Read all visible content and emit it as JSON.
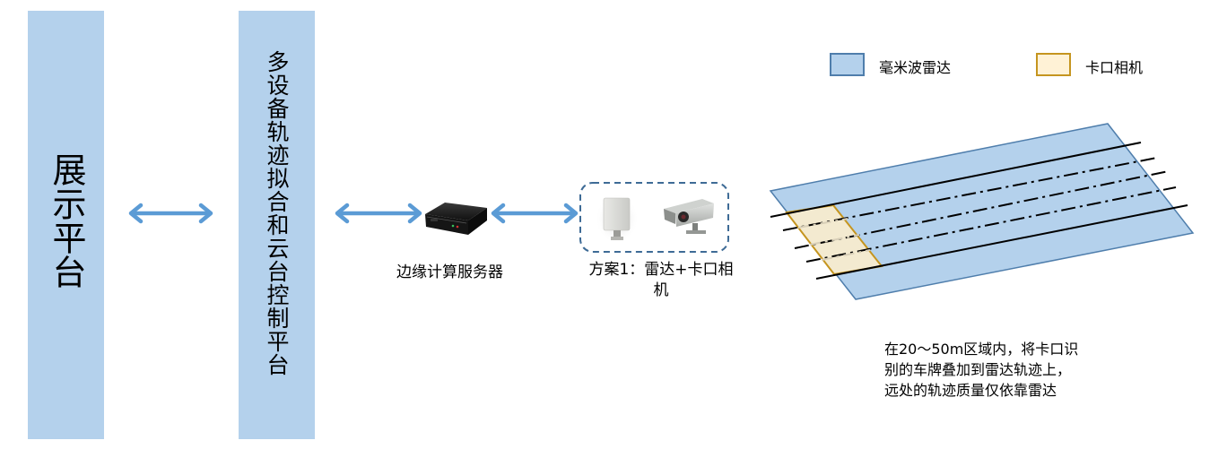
{
  "colors": {
    "panel": "#b4d1ec",
    "arrow": "#5b9bd5",
    "radar_zone_fill": "#b4d1ec",
    "radar_zone_stroke": "#4f7eac",
    "camera_zone_fill": "#f3ead0",
    "camera_zone_stroke": "#c5951f",
    "dash_box": "#3e6b96"
  },
  "panels": {
    "display_platform": "展示平台",
    "fusion_platform": "多设备轨迹拟合和云台控制平台"
  },
  "devices": {
    "edge_server_label": "边缘计算服务器",
    "plan_label": "方案1：雷达+卡口相机"
  },
  "legend": {
    "items": [
      {
        "label": "毫米波雷达",
        "icon": "radar-zone-swatch"
      },
      {
        "label": "卡口相机",
        "icon": "camera-zone-swatch"
      }
    ]
  },
  "note": {
    "lines": [
      "在20～50m区域内，将卡口识",
      "别的车牌叠加到雷达轨迹上，",
      "远处的轨迹质量仅依靠雷达"
    ]
  },
  "icons": {
    "server": "edge-server-icon",
    "radar": "radar-icon",
    "camera": "camera-icon",
    "arrow": "bidirectional-arrow-icon"
  }
}
